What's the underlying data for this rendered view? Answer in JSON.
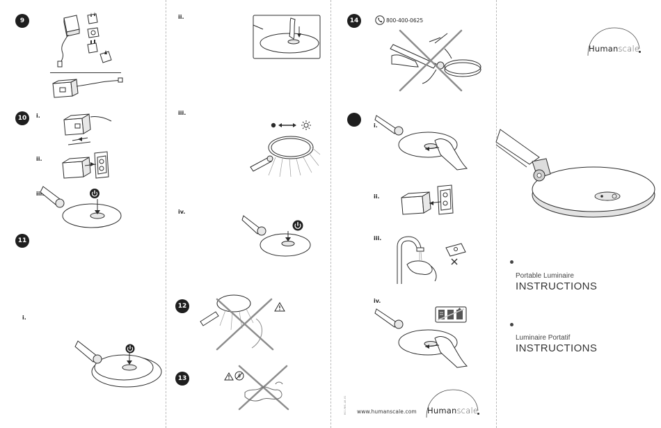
{
  "steps": {
    "s9": "9",
    "s10": "10",
    "s11": "11",
    "s12": "12",
    "s13": "13",
    "s14": "14",
    "s15": ""
  },
  "substeps": {
    "i": "i.",
    "ii": "ii.",
    "iii": "iii.",
    "iv": "iv."
  },
  "contact": {
    "phone": "800-400-0625",
    "website": "www.humanscale.com"
  },
  "brand": {
    "name_part1": "Human",
    "name_part2": "scale",
    "dot": "."
  },
  "cover": {
    "english_subtitle": "Portable Luminaire",
    "english_title": "INSTRUCTIONS",
    "french_subtitle": "Luminaire Portatif",
    "french_title": "INSTRUCTIONS"
  },
  "doc_code": "HSI-MHS-A0-01"
}
